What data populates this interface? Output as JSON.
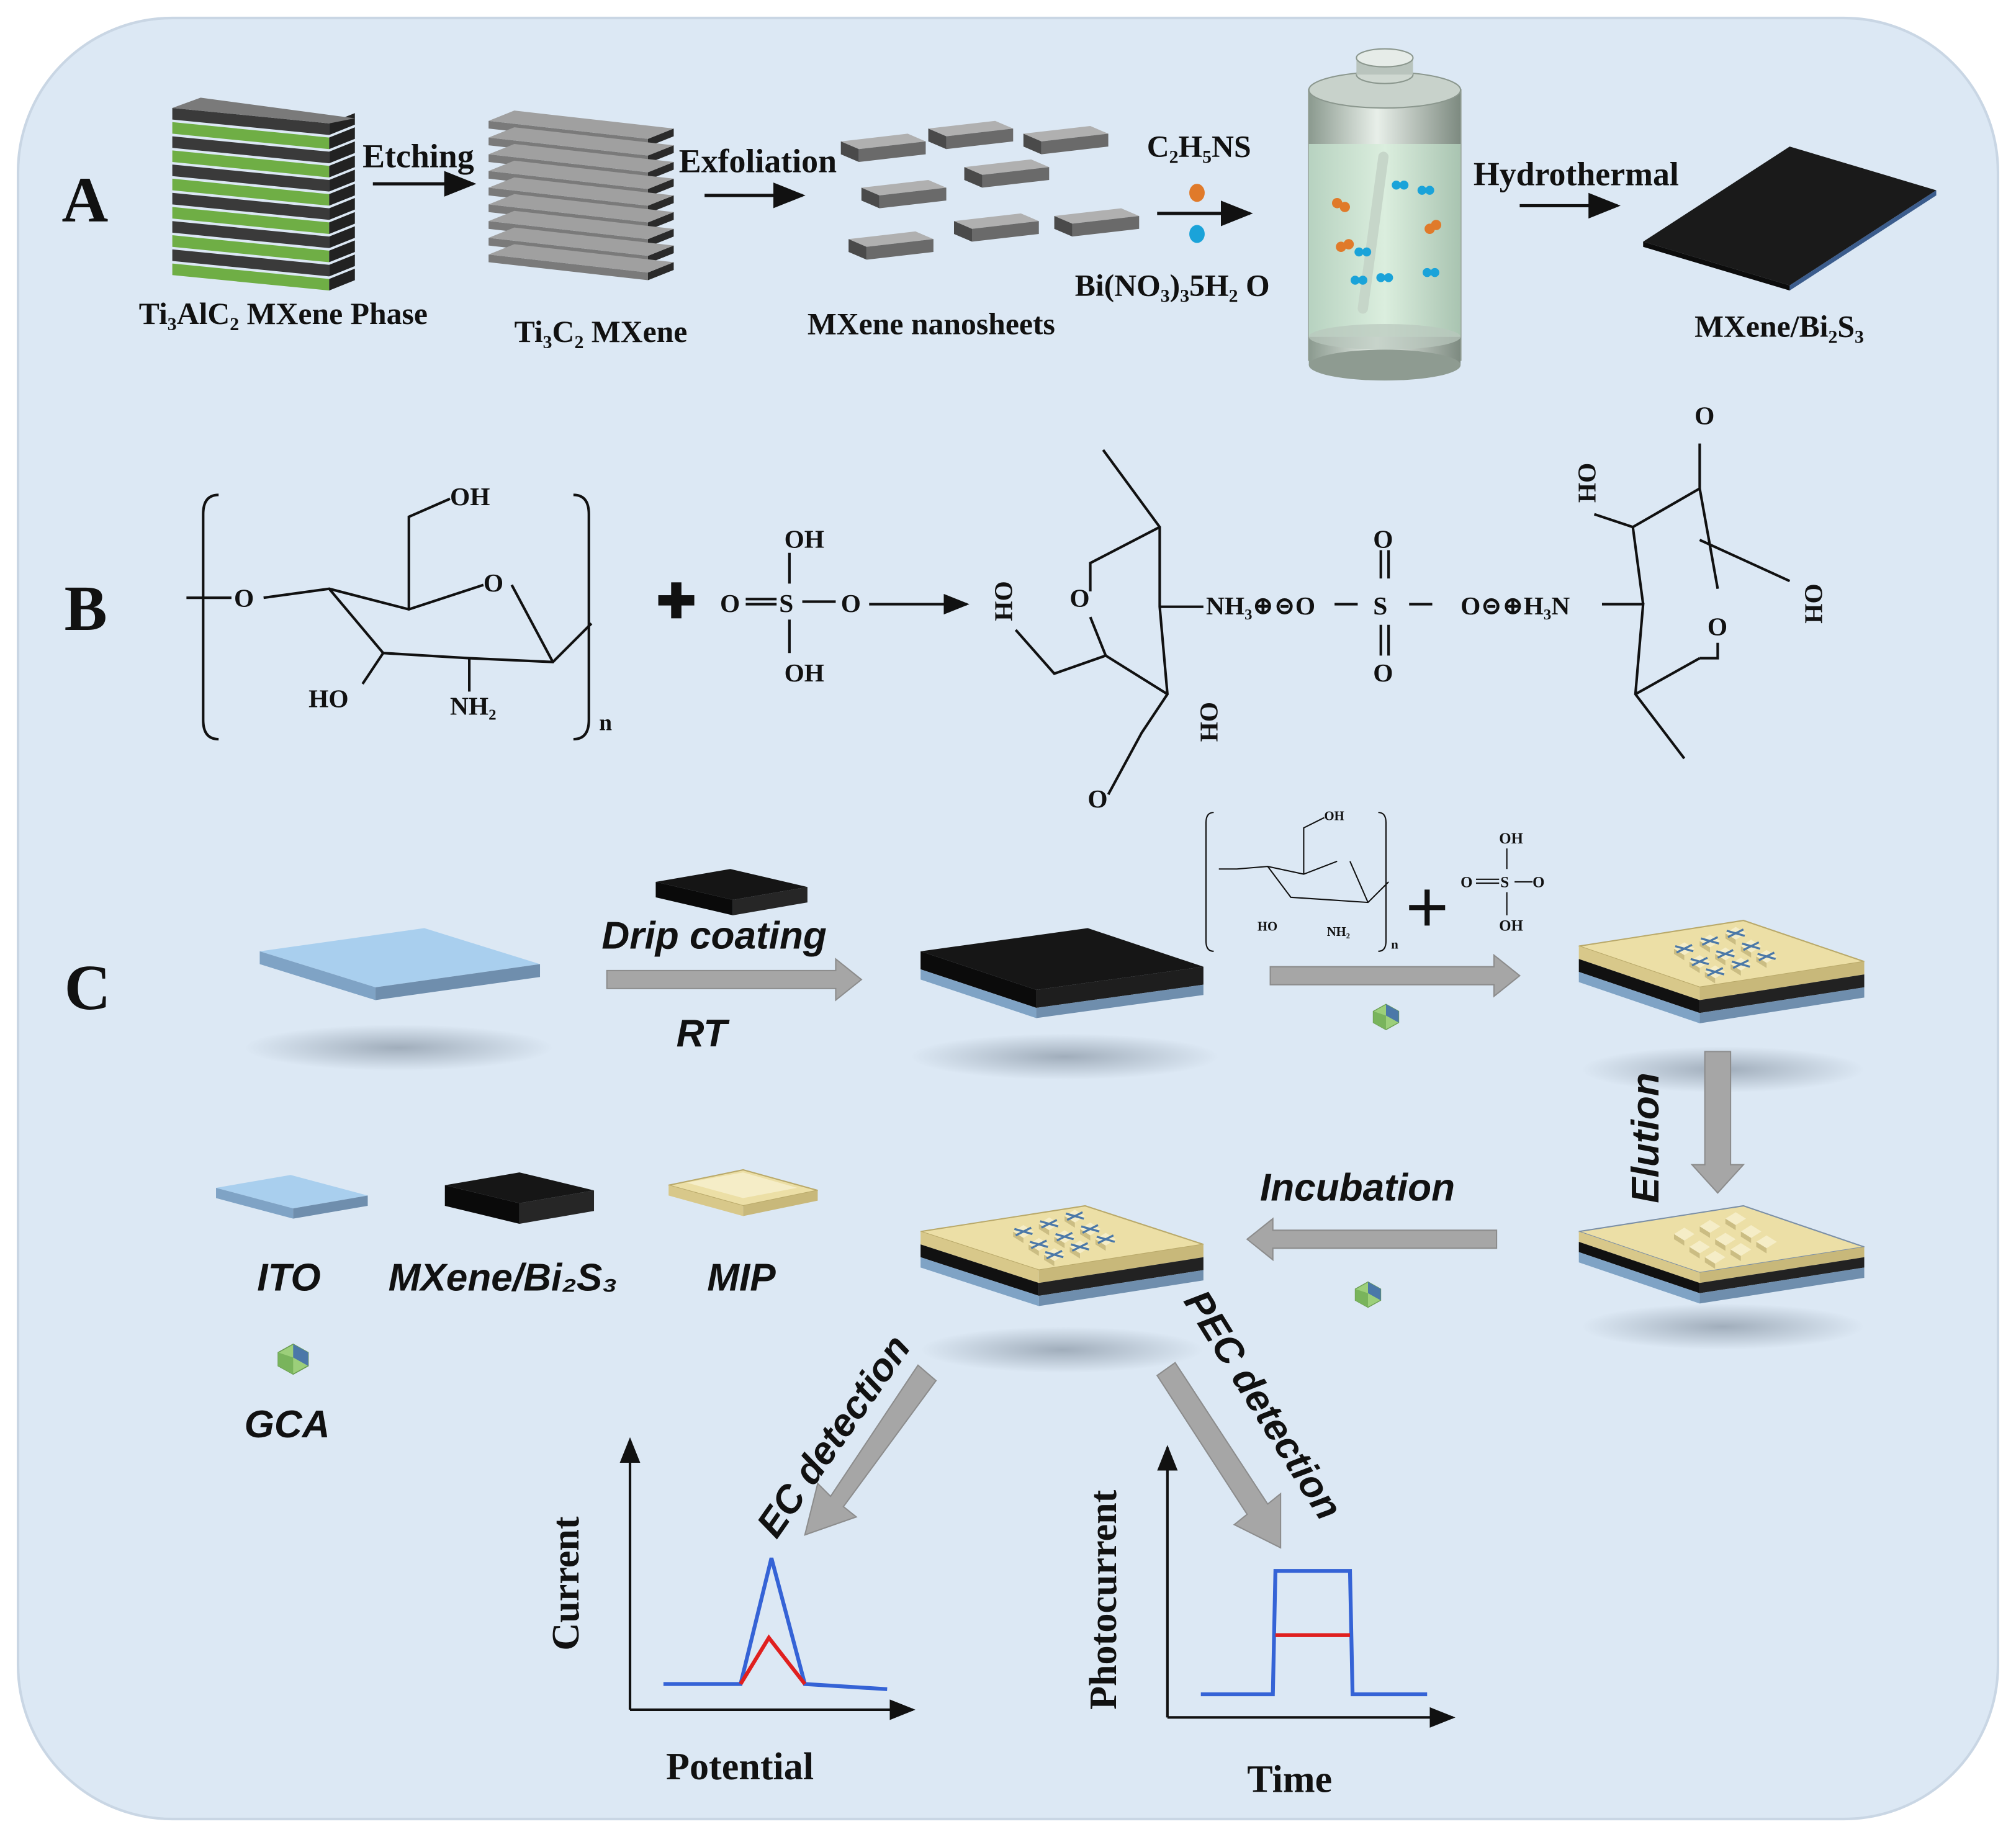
{
  "colors": {
    "background": "#dce8f4",
    "border": "#c9d6e4",
    "ito": "#a9cfee",
    "mxene_bi2s3": "#161616",
    "mip": "#ecdfa6",
    "arrow_gray": "#a6a6a6",
    "gca_green": "#9ccf7a",
    "gca_blue": "#4b78a8",
    "curve_blue": "#3563d6",
    "curve_red": "#e0201f"
  },
  "panel_a": {
    "label": "A",
    "max_phase_label": "Ti₃AlC₂ MXene Phase",
    "step1": "Etching",
    "ti3c2_label": "Ti₃C₂ MXene",
    "step2": "Exfoliation",
    "nanosheets_label": "MXene nanosheets",
    "reagent_top": "C₂H₅NS",
    "reagent_bottom": "Bi(NO₃)₃5H₂ O",
    "step3": "Hydrothermal",
    "product_label": "MXene/Bi₂S₃"
  },
  "panel_b": {
    "label": "B",
    "oh": "OH",
    "ho": "HO",
    "nh2": "NH₂",
    "o": "O",
    "s": "S",
    "n": "n",
    "nh3_plus": "NH₃⊕⊝O",
    "o_minus_h3n": "O⊝⊕H₃N"
  },
  "panel_c": {
    "label": "C",
    "drip_coating": "Drip coating",
    "rt": "RT",
    "elution": "Elution",
    "incubation": "Incubation",
    "ec_detection": "EC detection",
    "pec_detection": "PEC detection",
    "legend": {
      "ito": "ITO",
      "mxene": "MXene/Bi₂S₃",
      "mip": "MIP",
      "gca": "GCA"
    },
    "ec_plot": {
      "xlabel": "Potential",
      "ylabel": "Current"
    },
    "pec_plot": {
      "xlabel": "Time",
      "ylabel": "Photocurrent"
    }
  },
  "icons": {
    "plus": "plus-icon",
    "battery": "reactor-vessel-icon",
    "gca": "gca-molecule-icon"
  }
}
